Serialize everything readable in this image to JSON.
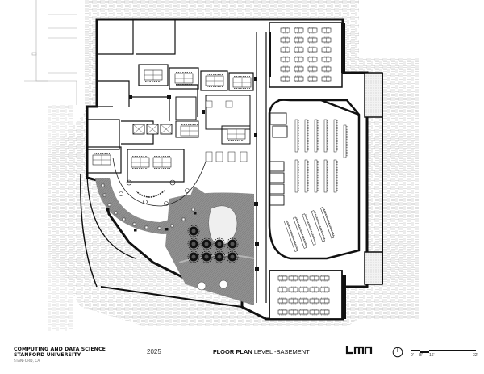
{
  "title_block": {
    "project_name": "COMPUTING AND DATA SCIENCE",
    "institution": "STANFORD UNIVERSITY",
    "location": "STANFORD, CA",
    "year": "2025",
    "sheet_title_bold": "FLOOR PLAN",
    "sheet_title_rest": " LEVEL -BASEMENT",
    "firm_logo": "LMN",
    "north_arrow": "north-arrow-icon",
    "scale_bar": {
      "labels": [
        "0'",
        "8'",
        "16'",
        "32'"
      ]
    }
  },
  "plan": {
    "colors": {
      "wall": "#111111",
      "paving_pattern": "#bdbdbd",
      "courtyard_fill": "#8c8c8c",
      "lawn_fill": "#ededed",
      "background": "#ffffff"
    },
    "areas": [
      {
        "name": "north-classroom",
        "type": "classroom",
        "table_rows": 6,
        "table_cols": 4
      },
      {
        "name": "south-classroom",
        "type": "classroom",
        "table_rows": 4,
        "table_cols": 5
      },
      {
        "name": "lecture-hall",
        "type": "auditorium"
      },
      {
        "name": "sunken-courtyard",
        "type": "courtyard"
      },
      {
        "name": "curved-lounge",
        "type": "lounge"
      },
      {
        "name": "conference-rooms",
        "type": "meeting"
      },
      {
        "name": "elevator-core",
        "type": "core"
      }
    ]
  }
}
